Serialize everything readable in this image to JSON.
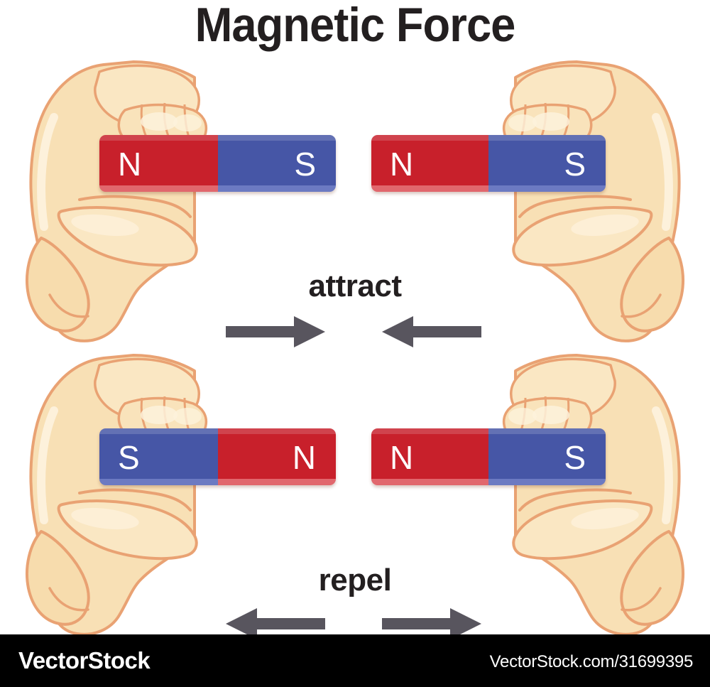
{
  "title": "Magnetic Force",
  "colors": {
    "north_pole": "#c8202b",
    "south_pole": "#4656a6",
    "pole_label": "#ffffff",
    "arrow": "#58555e",
    "text": "#231f20",
    "skin": "#f8e0b5",
    "skin_outline": "#e9a273",
    "background": "#ffffff",
    "footer_background": "#000000"
  },
  "rows": [
    {
      "id": "attract",
      "caption": "attract",
      "arrow_direction": "inward",
      "arrows": [
        {
          "name": "arrow-right",
          "points": "right"
        },
        {
          "name": "arrow-left",
          "points": "left"
        }
      ],
      "magnets": [
        {
          "name": "magnet-top-left",
          "left_pole": {
            "label": "N",
            "type": "north"
          },
          "right_pole": {
            "label": "S",
            "type": "south"
          }
        },
        {
          "name": "magnet-top-right",
          "left_pole": {
            "label": "N",
            "type": "north"
          },
          "right_pole": {
            "label": "S",
            "type": "south"
          }
        }
      ],
      "hands": [
        {
          "name": "hand-left",
          "side": "left"
        },
        {
          "name": "hand-right",
          "side": "right"
        }
      ]
    },
    {
      "id": "repel",
      "caption": "repel",
      "arrow_direction": "outward",
      "arrows": [
        {
          "name": "arrow-left",
          "points": "left"
        },
        {
          "name": "arrow-right",
          "points": "right"
        }
      ],
      "magnets": [
        {
          "name": "magnet-bottom-left",
          "left_pole": {
            "label": "S",
            "type": "south"
          },
          "right_pole": {
            "label": "N",
            "type": "north"
          }
        },
        {
          "name": "magnet-bottom-right",
          "left_pole": {
            "label": "N",
            "type": "north"
          },
          "right_pole": {
            "label": "S",
            "type": "south"
          }
        }
      ],
      "hands": [
        {
          "name": "hand-left",
          "side": "left"
        },
        {
          "name": "hand-right",
          "side": "right"
        }
      ]
    }
  ],
  "footer": {
    "brand": "VectorStock",
    "url": "VectorStock.com/31699395"
  }
}
